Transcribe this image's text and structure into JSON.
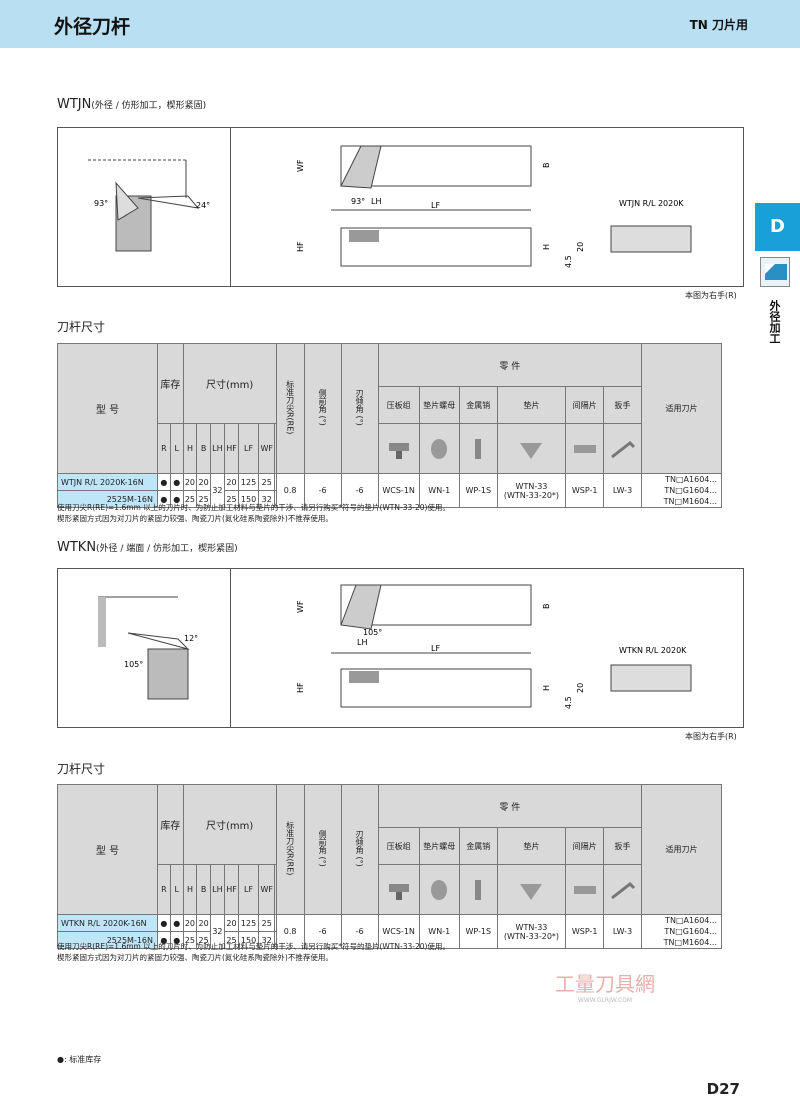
{
  "header": {
    "title": "外径刀杆",
    "right": "TN 刀片用"
  },
  "side": {
    "tab": "D",
    "label": "外径加工"
  },
  "sections": [
    {
      "code": "WTJN",
      "desc": "(外径 / 仿形加工，楔形紧固)",
      "fig_left_angles": [
        "93°",
        "24°"
      ],
      "fig_dims": [
        "WF",
        "B",
        "93°",
        "LH",
        "LF",
        "HF",
        "H",
        "4.5",
        "20"
      ],
      "fig_model": "WTJN R/L 2020K",
      "note": "本图为右手(R)",
      "sub": "刀杆尺寸",
      "rows": [
        {
          "model": "WTJN R/L 2020K-16N",
          "r": "●",
          "l": "●",
          "h": "20",
          "b": "20",
          "hf": "20",
          "lf": "125",
          "wf": "25"
        },
        {
          "model": "2525M-16N",
          "r": "●",
          "l": "●",
          "h": "25",
          "b": "25",
          "hf": "25",
          "lf": "150",
          "wf": "32"
        }
      ],
      "shared": {
        "lh": "32",
        "re": "0.8",
        "side": "-6",
        "rake": "-6",
        "clamp": "WCS-1N",
        "nut": "WN-1",
        "pin": "WP-1S",
        "shim": "WTN-33",
        "shim2": "(WTN-33-20*)",
        "spacer": "WSP-1",
        "wrench": "LW-3",
        "inserts": [
          "TN□A1604...",
          "TN□G1604...",
          "TN□M1604..."
        ]
      },
      "foot": [
        "使用刀尖R(RE)=1.6mm 以上的刀片时、为防止加工材料与垫片的干涉、请另行购买*符号的垫片(WTN-33-20)使用。",
        "楔形紧固方式因为对刀片的紧固力较强、陶瓷刀片(氮化硅系陶瓷除外)不推荐使用。"
      ]
    },
    {
      "code": "WTKN",
      "desc": "(外径 / 端面 / 仿形加工，楔形紧固)",
      "fig_left_angles": [
        "12°",
        "105°"
      ],
      "fig_dims": [
        "WF",
        "B",
        "105°",
        "LH",
        "LF",
        "HF",
        "H",
        "4.5",
        "20"
      ],
      "fig_model": "WTKN R/L 2020K",
      "note": "本图为右手(R)",
      "sub": "刀杆尺寸",
      "rows": [
        {
          "model": "WTKN R/L 2020K-16N",
          "r": "●",
          "l": "●",
          "h": "20",
          "b": "20",
          "hf": "20",
          "lf": "125",
          "wf": "25"
        },
        {
          "model": "2525M-16N",
          "r": "●",
          "l": "●",
          "h": "25",
          "b": "25",
          "hf": "25",
          "lf": "150",
          "wf": "32"
        }
      ],
      "shared": {
        "lh": "32",
        "re": "0.8",
        "side": "-6",
        "rake": "-6",
        "clamp": "WCS-1N",
        "nut": "WN-1",
        "pin": "WP-1S",
        "shim": "WTN-33",
        "shim2": "(WTN-33-20*)",
        "spacer": "WSP-1",
        "wrench": "LW-3",
        "inserts": [
          "TN□A1604...",
          "TN□G1604...",
          "TN□M1604..."
        ]
      },
      "foot": [
        "使用刀尖R(RE)=1.6mm 以上的刀片时、为防止加工材料与垫片的干涉、请另行购买*符号的垫片(WTN-33-20)使用。",
        "楔形紧固方式因为对刀片的紧固力较强、陶瓷刀片(氮化硅系陶瓷除外)不推荐使用。"
      ]
    }
  ],
  "table_head": {
    "model": "型  号",
    "stock": "库存",
    "dims": "尺寸(mm)",
    "re": "标准刀尖R(RE)",
    "side": "侧前角 (°)",
    "rake": "刃倾角 (°)",
    "parts": "零  件",
    "clamp": "压板组",
    "nut": "垫片螺母",
    "pin": "金属销",
    "shim": "垫片",
    "spacer": "间隔片",
    "wrench": "扳手",
    "inserts": "适用刀片",
    "R": "R",
    "L": "L",
    "H": "H",
    "B": "B",
    "LH": "LH",
    "HF": "HF",
    "LF": "LF",
    "WF": "WF"
  },
  "watermark": {
    "logo": "工量刀具網",
    "url": "WWW.GLRJW.COM"
  },
  "legend": "●: 标准库存",
  "page_no": "D27",
  "colors": {
    "header": "#b8dff2",
    "tab": "#1aa0d8",
    "table_head": "#d9d9d9",
    "model_cell": "#bfe6f7"
  }
}
